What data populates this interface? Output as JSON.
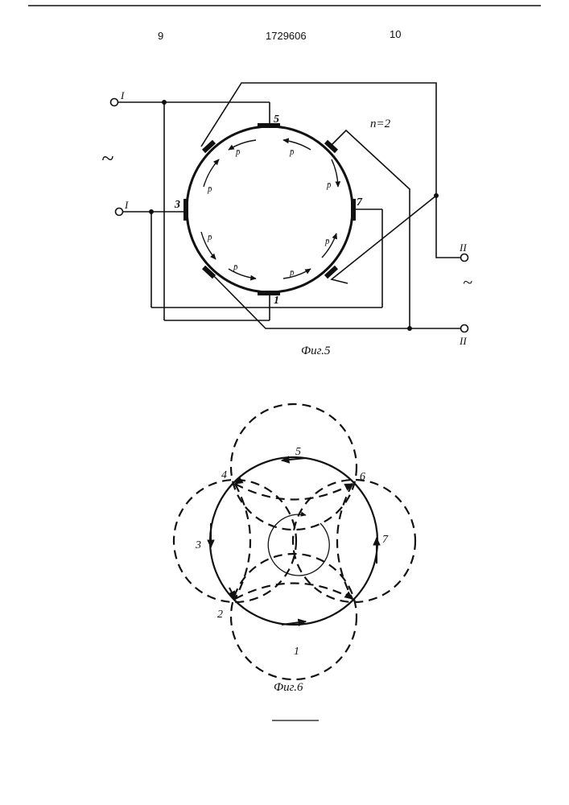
{
  "header": {
    "page_left": "9",
    "patent_number": "1729606",
    "page_right": "10"
  },
  "fig5": {
    "caption": "Фиг.5",
    "n_label": "n=2",
    "tilde": "~",
    "terminal_I": "I",
    "terminal_II": "II",
    "node_labels": [
      "5",
      "3",
      "7",
      "1"
    ],
    "arrow_label": "p̄"
  },
  "fig6": {
    "caption": "Фиг.6",
    "node_labels": [
      "1",
      "2",
      "3",
      "4",
      "5",
      "6",
      "7"
    ]
  }
}
